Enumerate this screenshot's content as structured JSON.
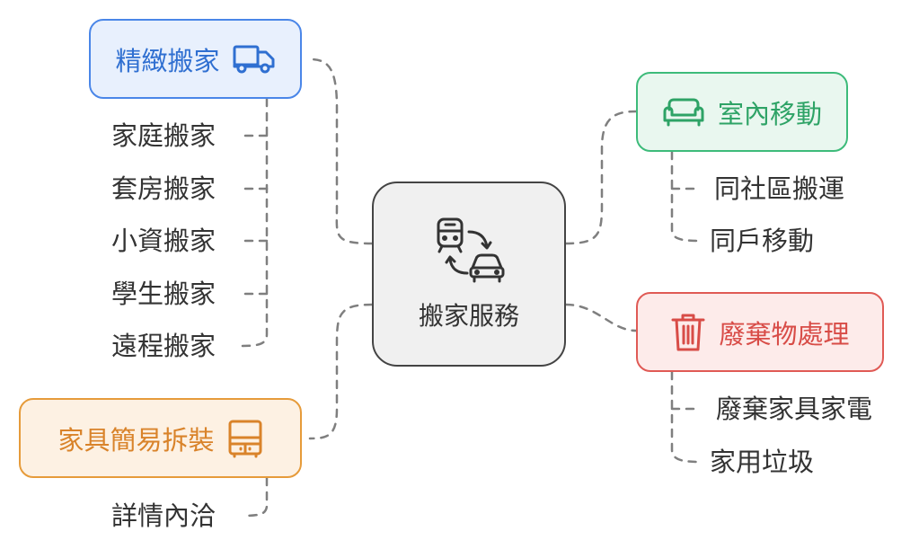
{
  "center": {
    "label": "搬家服務",
    "icon": "train-car-transfer-icon"
  },
  "branches": {
    "fine_moving": {
      "label": "精緻搬家",
      "icon": "truck-icon",
      "color": "#4a86e8",
      "children": [
        "家庭搬家",
        "套房搬家",
        "小資搬家",
        "學生搬家",
        "遠程搬家"
      ]
    },
    "assembly": {
      "label": "家具簡易拆裝",
      "icon": "cabinet-icon",
      "color": "#e69b3a",
      "children": [
        "詳情內洽"
      ]
    },
    "indoor": {
      "label": "室內移動",
      "icon": "sofa-icon",
      "color": "#3dbb7a",
      "children": [
        "同社區搬運",
        "同戶移動"
      ]
    },
    "disposal": {
      "label": "廢棄物處理",
      "icon": "trash-can-icon",
      "color": "#e05a55",
      "children": [
        "廢棄家具家電",
        "家用垃圾"
      ]
    }
  },
  "connector_color": "#7f7f7f"
}
